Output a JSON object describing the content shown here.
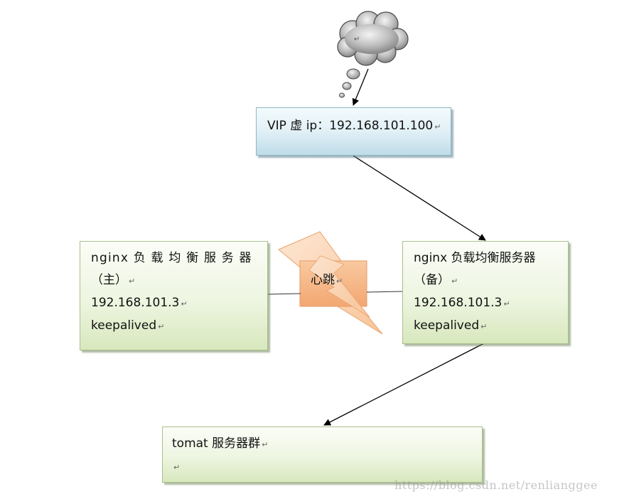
{
  "cloud": {
    "text": "↵",
    "colors": {
      "fill_light": "#f2f2f2",
      "fill_dark": "#8a8a8a",
      "stroke": "#4a4a4a"
    }
  },
  "vip": {
    "line1": "VIP 虚 ip：192.168.101.100"
  },
  "master": {
    "line1": "nginx  负 载 均 衡 服 务 器",
    "line2": "（主）",
    "line3": "192.168.101.3",
    "line4": "keepalived"
  },
  "backup": {
    "line1": "nginx  负载均衡服务器",
    "line2": "（备）",
    "line3": "192.168.101.3",
    "line4": "keepalived"
  },
  "heartbeat": {
    "label": "心跳",
    "colors": {
      "bolt": "#fcd3b1",
      "bolt_stroke": "#e9a16a",
      "box": "#f7b384"
    }
  },
  "tomcat": {
    "line1": "tomat 服务器群",
    "line2": ""
  },
  "paragraph_mark": "↵",
  "watermark": "https://blog.csdn.net/renlianggee"
}
